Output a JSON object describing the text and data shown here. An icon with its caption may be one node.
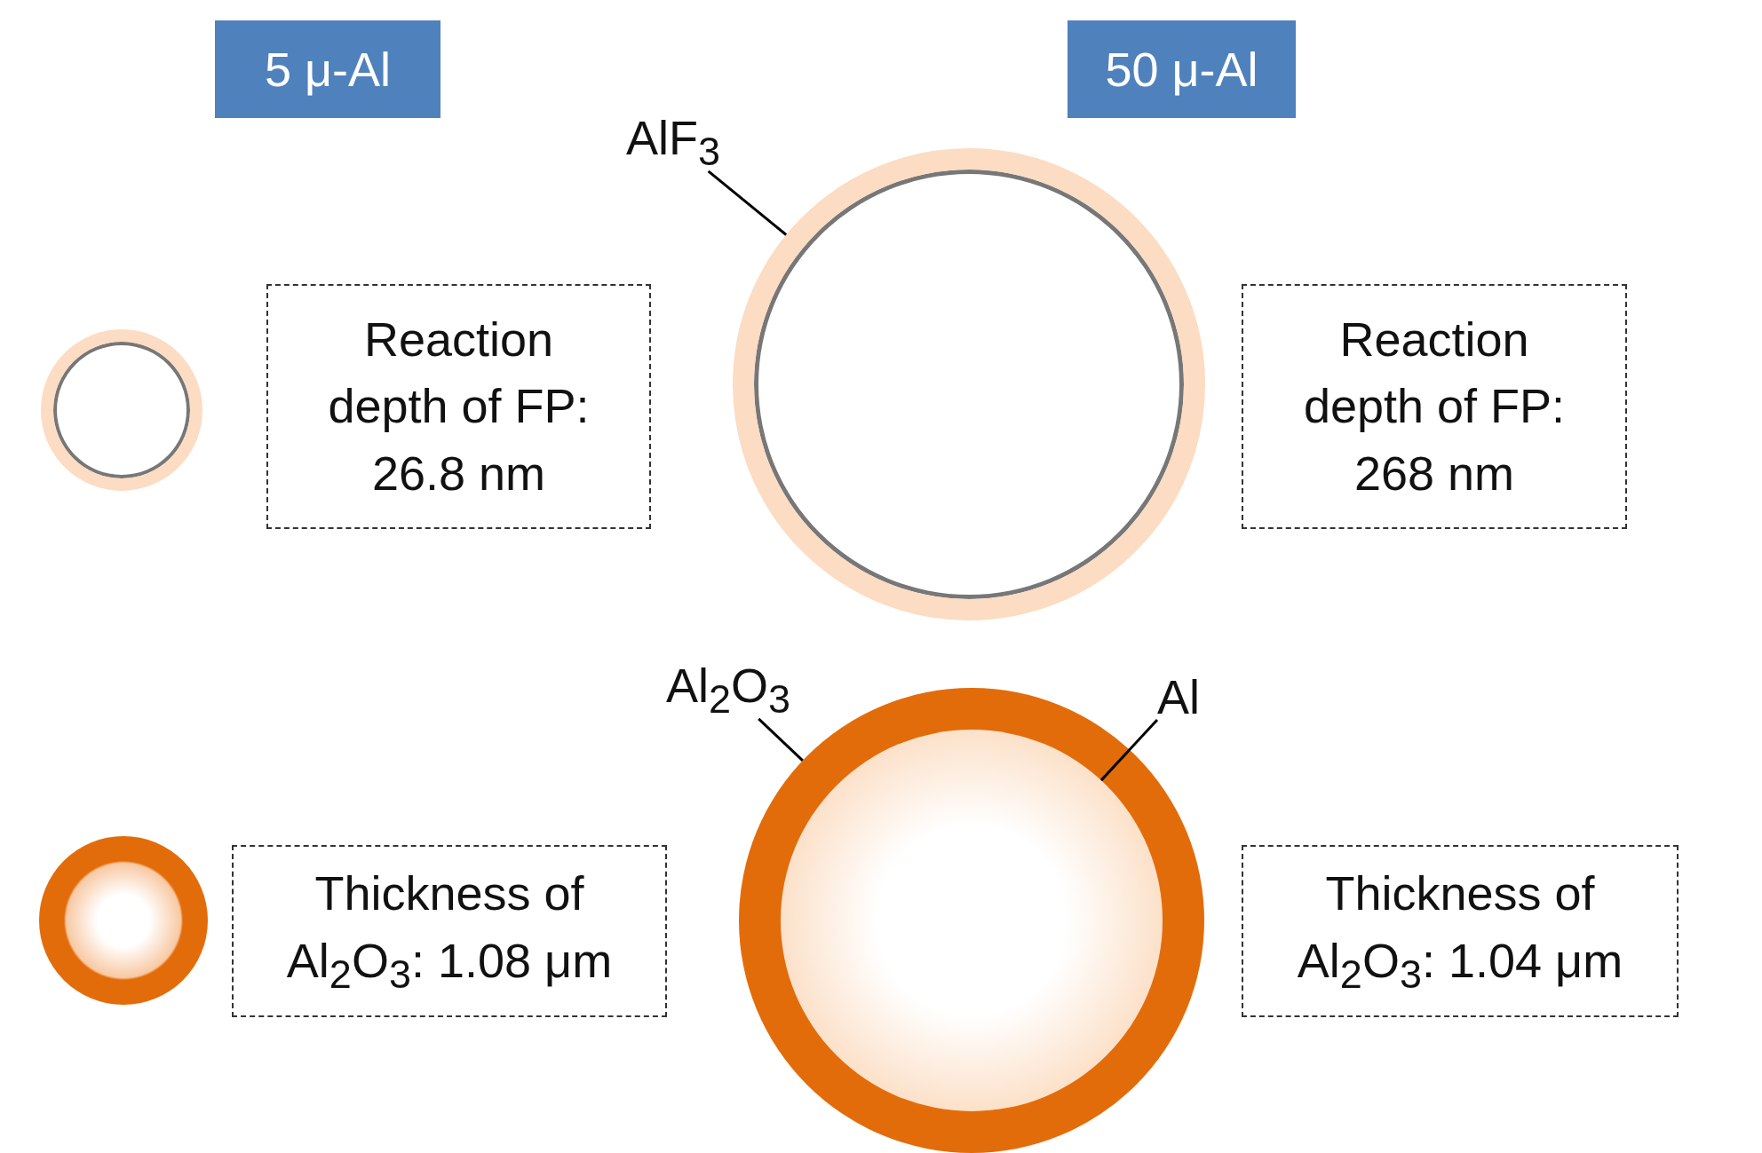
{
  "diagram": {
    "nodes": [
      {
        "text": [
          "5 μ-Al"
        ]
      },
      {
        "text": [
          "50 μ-Al"
        ]
      },
      {
        "text": [
          "Reaction depth of FP: 26.8 nm"
        ]
      },
      {
        "text": [
          "Reaction depth of FP: 268 nm"
        ]
      },
      {
        "text": [
          "Thickness of Al$_{2}$O$_{3}$: 1.08 μm"
        ]
      },
      {
        "text": [
          "Thickness of Al$_{2}$O$_{3}$: 1.04 μm"
        ]
      },
      {
        "text": [
          "AlF$_{3}$"
        ]
      },
      {
        "text": [],
        "shape": "circle"
      },
      {
        "text": [
          "Al$_{2}$O$_{3}$"
        ]
      },
      {
        "text": [],
        "shape": "circle"
      },
      {
        "text": [
          "Al"
        ]
      },
      {
        "text": [],
        "shape": "circle",
        "in": 9
      }
    ],
    "edges": [
      {
        "from": 6,
        "to": 7,
        "arrow": "none"
      },
      {
        "from": 8,
        "to": 9,
        "arrow": "none"
      },
      {
        "from": 10,
        "to": 11,
        "arrow": "none"
      }
    ]
  }
}
